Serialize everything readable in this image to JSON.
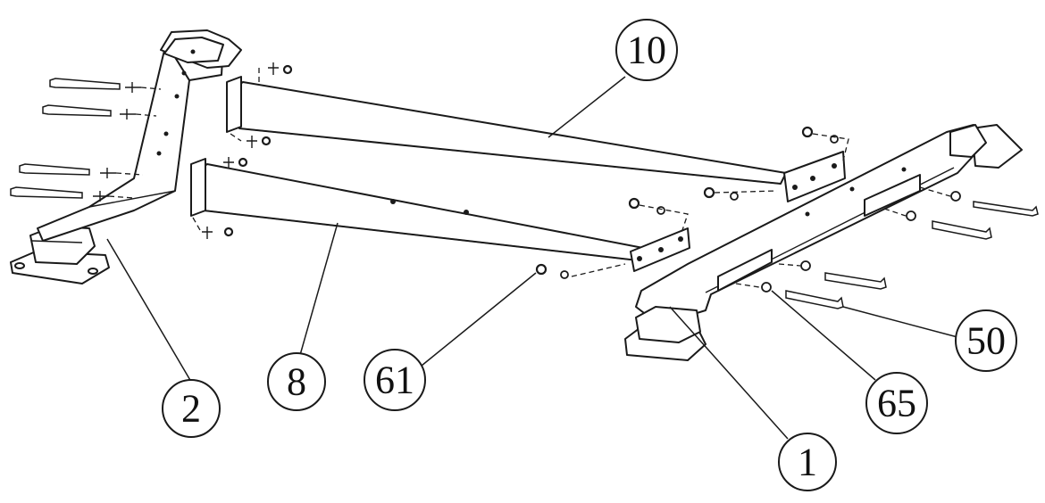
{
  "callouts": [
    {
      "id": "part-2",
      "label": "2"
    },
    {
      "id": "part-8",
      "label": "8"
    },
    {
      "id": "part-61",
      "label": "61"
    },
    {
      "id": "part-10",
      "label": "10"
    },
    {
      "id": "part-1",
      "label": "1"
    },
    {
      "id": "part-65",
      "label": "65"
    },
    {
      "id": "part-50",
      "label": "50"
    }
  ],
  "colors": {
    "line": "#1a1a1a",
    "background": "#ffffff"
  }
}
